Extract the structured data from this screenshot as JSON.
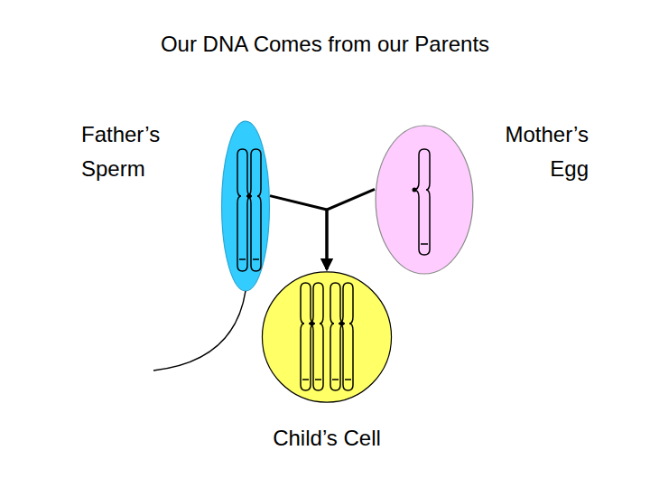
{
  "diagram": {
    "title": "Our DNA Comes from our Parents",
    "nodes": [
      {
        "text": [
          "Father’s Sperm"
        ]
      },
      {
        "text": [
          "Mother’s Egg"
        ]
      },
      {
        "text": [
          "Child’s Cell"
        ]
      }
    ],
    "edges": [
      {
        "from": 0,
        "to": 2,
        "arrow": "to"
      },
      {
        "from": 1,
        "to": 2,
        "arrow": "to"
      }
    ]
  }
}
